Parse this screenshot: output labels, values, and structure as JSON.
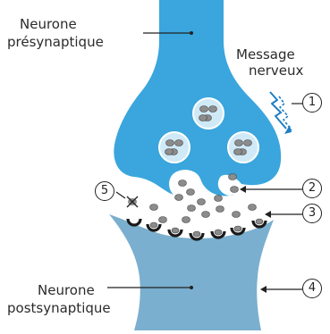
{
  "labels": {
    "presynaptic_line1": "Neurone",
    "presynaptic_line2": "présynaptique",
    "postsynaptic_line1": "Neurone",
    "postsynaptic_line2": "postsynaptique",
    "message_line1": "Message",
    "message_line2": "nerveux"
  },
  "markers": [
    "1",
    "2",
    "3",
    "4",
    "5"
  ],
  "colors": {
    "presynaptic": "#3aa6dd",
    "postsynaptic": "#7aafcf",
    "vesicle": "#cfe9f7",
    "molecule": "#8c8c8c",
    "receptor": "#1a1a1a",
    "arrow": "#1f7fc4"
  }
}
